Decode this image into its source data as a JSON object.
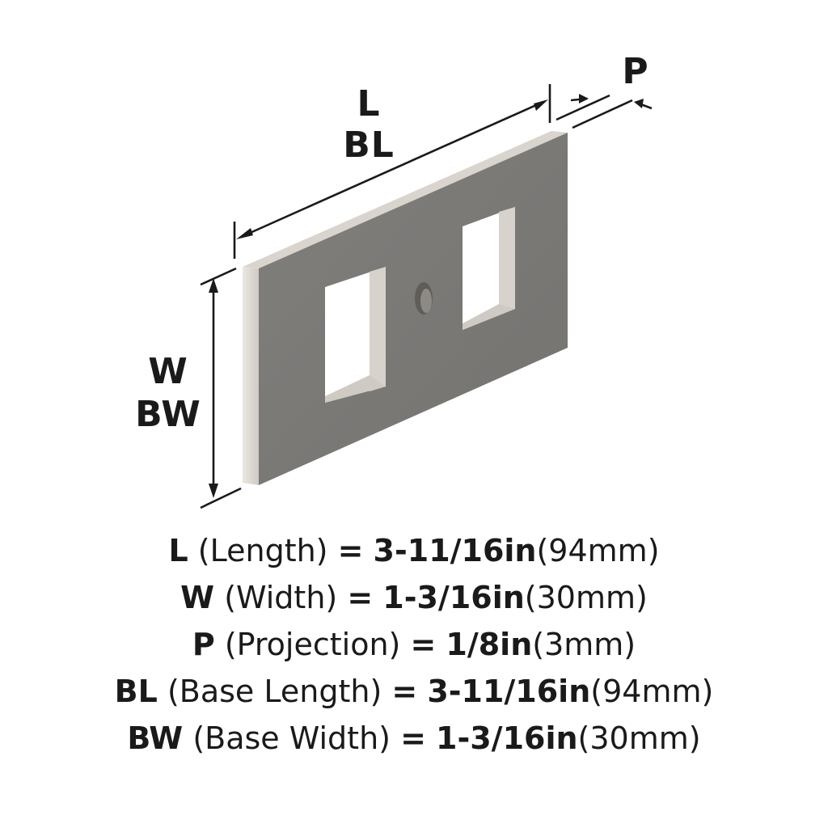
{
  "diagram": {
    "labels": {
      "length": "L",
      "base_length": "BL",
      "width": "W",
      "base_width": "BW",
      "projection": "P"
    },
    "colors": {
      "plate_face": "#7b7976",
      "plate_edge": "#dcd8d2",
      "hole_wall": "#d7d2cb",
      "ink": "#1a1a1a"
    }
  },
  "specs": [
    {
      "code": "L",
      "name": "(Length)",
      "eq": "=",
      "imperial": "3-11/16in",
      "metric": "(94mm)"
    },
    {
      "code": "W",
      "name": "(Width)",
      "eq": "=",
      "imperial": "1-3/16in",
      "metric": "(30mm)"
    },
    {
      "code": "P",
      "name": "(Projection)",
      "eq": "=",
      "imperial": "1/8in",
      "metric": "(3mm)"
    },
    {
      "code": "BL",
      "name": "(Base Length)",
      "eq": "=",
      "imperial": "3-11/16in",
      "metric": "(94mm)"
    },
    {
      "code": "BW",
      "name": "(Base Width)",
      "eq": "=",
      "imperial": "1-3/16in",
      "metric": "(30mm)"
    }
  ]
}
